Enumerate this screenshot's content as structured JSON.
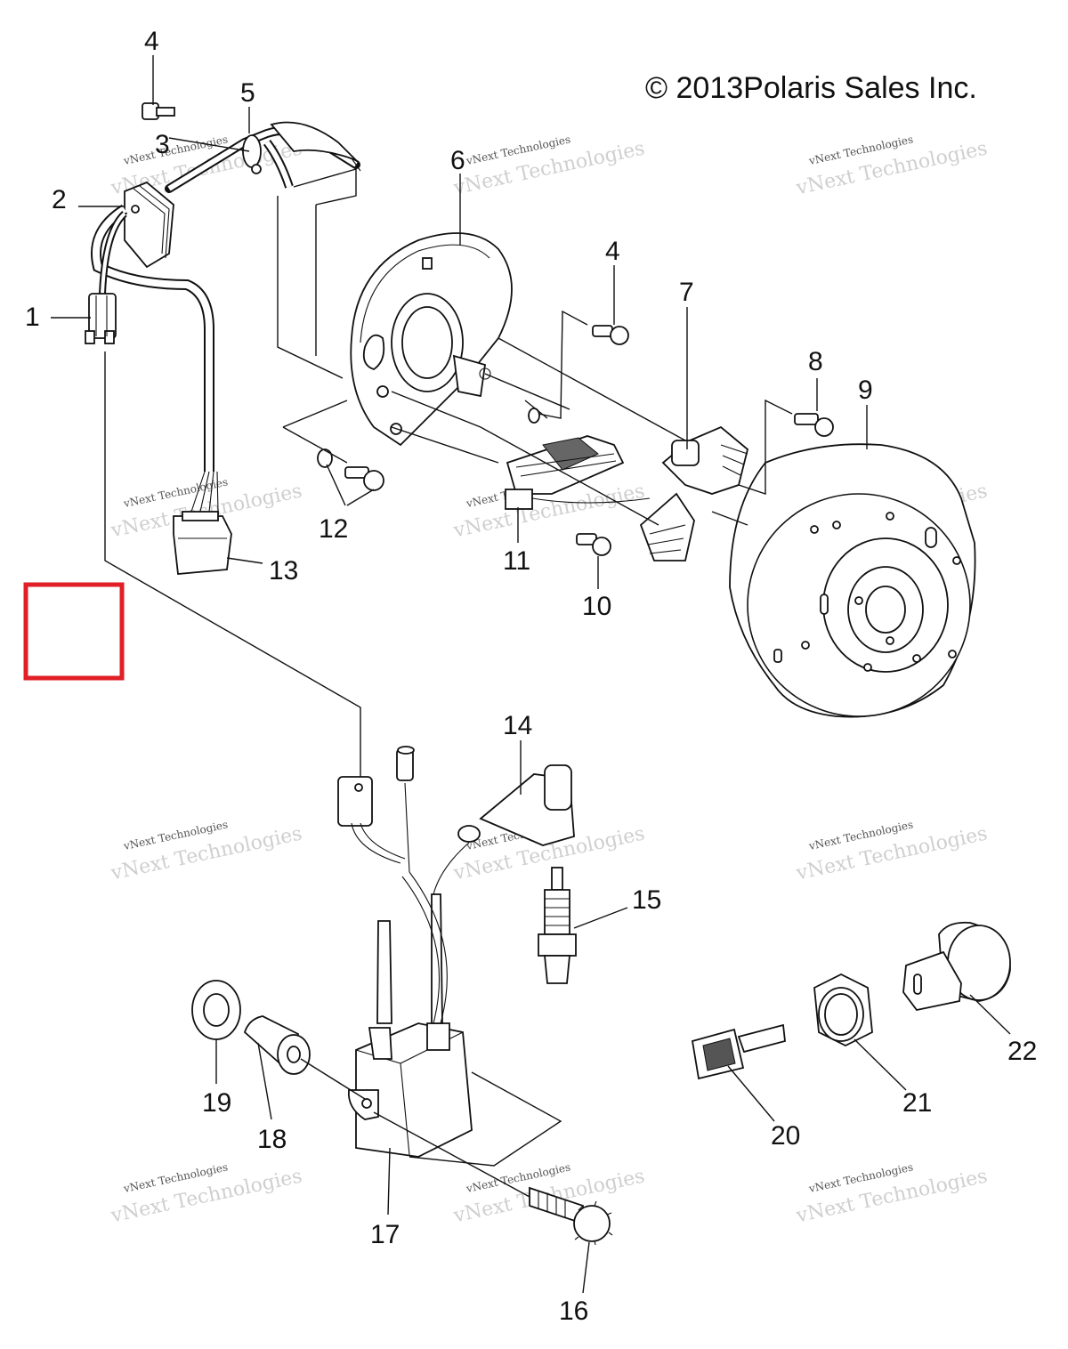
{
  "copyright": "© 2013Polaris Sales Inc.",
  "watermark": {
    "line1": "vNext Technologies",
    "line2": "vNext Technologies"
  },
  "callouts": [
    {
      "id": "1",
      "label": "1"
    },
    {
      "id": "2",
      "label": "2"
    },
    {
      "id": "3",
      "label": "3"
    },
    {
      "id": "4a",
      "label": "4"
    },
    {
      "id": "4b",
      "label": "4"
    },
    {
      "id": "5",
      "label": "5"
    },
    {
      "id": "6",
      "label": "6"
    },
    {
      "id": "7",
      "label": "7"
    },
    {
      "id": "8",
      "label": "8"
    },
    {
      "id": "9",
      "label": "9"
    },
    {
      "id": "10",
      "label": "10"
    },
    {
      "id": "11",
      "label": "11"
    },
    {
      "id": "12",
      "label": "12"
    },
    {
      "id": "13",
      "label": "13"
    },
    {
      "id": "14",
      "label": "14"
    },
    {
      "id": "15",
      "label": "15"
    },
    {
      "id": "16",
      "label": "16"
    },
    {
      "id": "17",
      "label": "17"
    },
    {
      "id": "18",
      "label": "18"
    },
    {
      "id": "19",
      "label": "19"
    },
    {
      "id": "20",
      "label": "20"
    },
    {
      "id": "21",
      "label": "21"
    },
    {
      "id": "22",
      "label": "22"
    }
  ],
  "colors": {
    "highlight_box": "#e01f26",
    "line": "#111111"
  }
}
